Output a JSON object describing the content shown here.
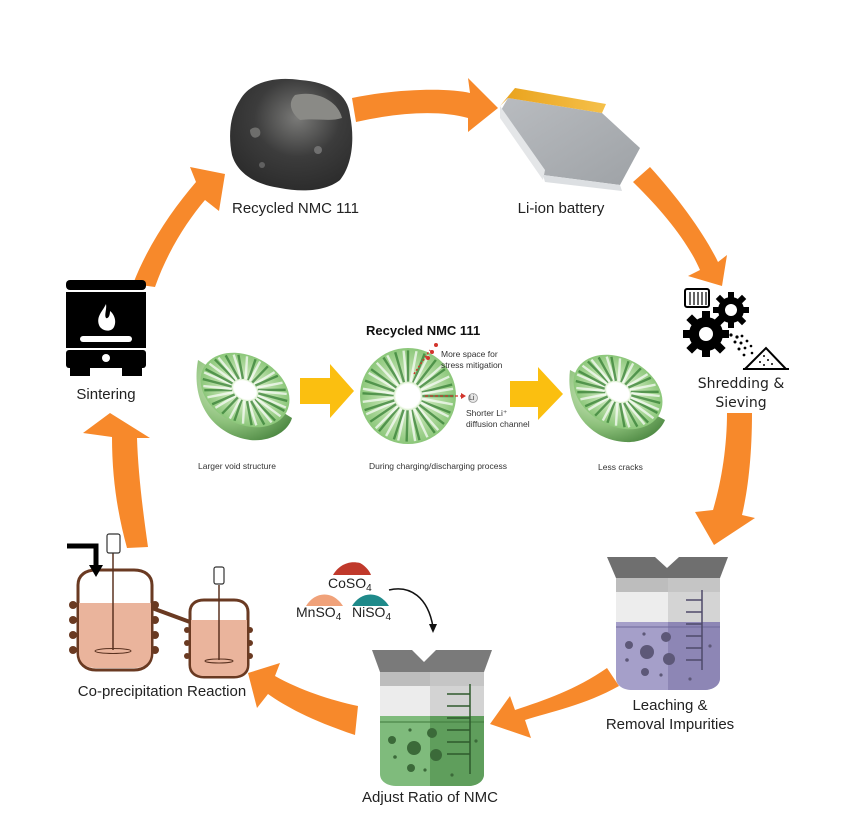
{
  "diagram": {
    "type": "recycling-cycle",
    "flow_color": "#f7892b",
    "stages": [
      {
        "id": "recycled-nmc",
        "label": "Recycled NMC 111"
      },
      {
        "id": "li-ion-battery",
        "label": "Li-ion battery"
      },
      {
        "id": "shredding",
        "label_line1": "Shredding &",
        "label_line2": "Sieving"
      },
      {
        "id": "leaching",
        "label_line1": "Leaching &",
        "label_line2": "Removal Impurities"
      },
      {
        "id": "adjust-ratio",
        "label": "Adjust Ratio of NMC"
      },
      {
        "id": "co-precipitation",
        "label": "Co-precipitation Reaction"
      },
      {
        "id": "sintering",
        "label": "Sintering"
      }
    ],
    "chemicals": {
      "co": {
        "base": "CoSO",
        "sub": "4",
        "color": "#c0392b"
      },
      "mn": {
        "base": "MnSO",
        "sub": "4",
        "color": "#f0a27a"
      },
      "ni": {
        "base": "NiSO",
        "sub": "4",
        "color": "#1f8a8a"
      }
    },
    "center": {
      "title": "Recycled NMC 111",
      "left_caption": "Larger void structure",
      "middle_caption": "During charging/discharging process",
      "right_caption": "Less cracks",
      "annotation_stress_1": "More space for",
      "annotation_stress_2": "stress mitigation",
      "annotation_li": "Li",
      "annotation_diff_1": "Shorter Li⁺",
      "annotation_diff_2": "diffusion channel"
    }
  }
}
